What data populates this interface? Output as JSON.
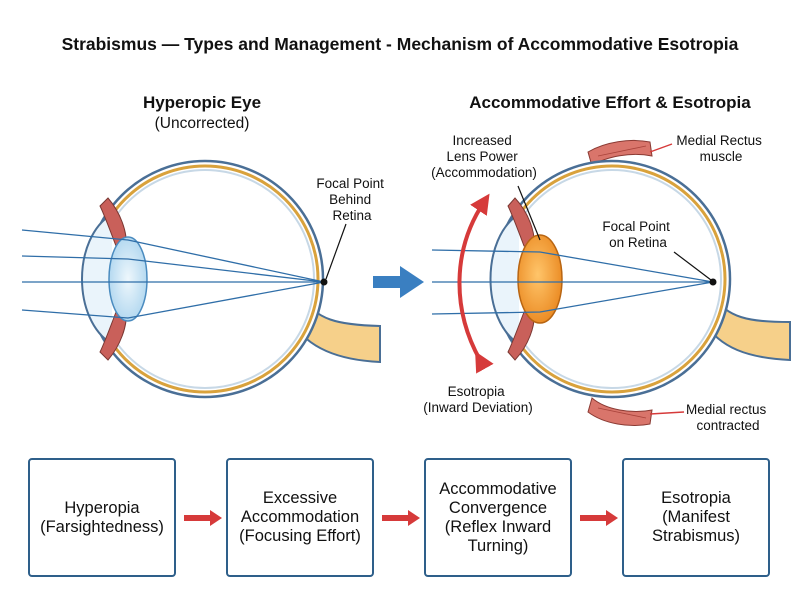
{
  "title": "Strabismus — Types and Management - Mechanism of Accommodative Esotropia",
  "left_panel": {
    "heading": "Hyperopic Eye",
    "subheading": "(Uncorrected)",
    "focal_label": [
      "Focal Point",
      "Behind",
      "Retina"
    ]
  },
  "right_panel": {
    "heading": "Accommodative Effort & Esotropia",
    "lens_label": [
      "Increased",
      "Lens Power",
      "(Accommodation)"
    ],
    "muscle_top_label": [
      "Medial Rectus",
      "muscle"
    ],
    "focal_label": [
      "Focal Point",
      "on Retina"
    ],
    "deviation_label": [
      "Esotropia",
      "(Inward Deviation)"
    ],
    "muscle_bottom_label": [
      "Medial rectus",
      "contracted"
    ]
  },
  "flow": [
    {
      "text": "Hyperopia\n(Farsightedness)"
    },
    {
      "text": "Excessive\nAccommodation\n(Focusing Effort)"
    },
    {
      "text": "Accommodative\nConvergence\n(Reflex Inward\nTurning)"
    },
    {
      "text": "Esotropia\n(Manifest\nStrabismus)"
    }
  ],
  "colors": {
    "box_border": "#2e5f8a",
    "flow_arrow": "#d63a3a",
    "main_arrow": "#3a7fc1",
    "ray": "#2f6ea8",
    "sclera": "#4a6f96",
    "choroid": "#d9a23c",
    "muscle": "#c9605a",
    "lens_relaxed": "#cfe6f5",
    "lens_accommodated": "#f39a2a",
    "optic_nerve": "#f6d08a"
  }
}
